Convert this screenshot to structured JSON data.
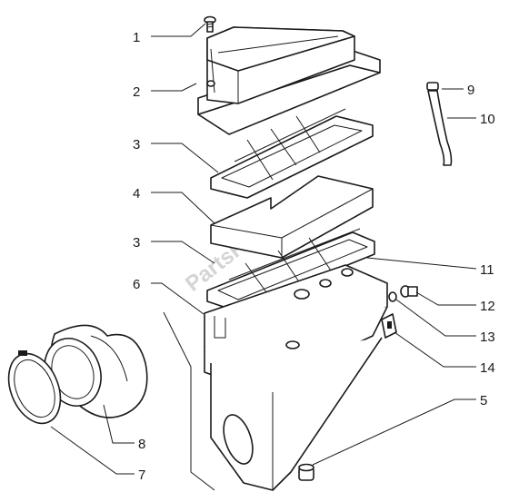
{
  "callouts": [
    {
      "id": "1",
      "label": "1"
    },
    {
      "id": "2",
      "label": "2"
    },
    {
      "id": "3a",
      "label": "3"
    },
    {
      "id": "4",
      "label": "4"
    },
    {
      "id": "3b",
      "label": "3"
    },
    {
      "id": "6",
      "label": "6"
    },
    {
      "id": "8",
      "label": "8"
    },
    {
      "id": "7",
      "label": "7"
    },
    {
      "id": "9",
      "label": "9"
    },
    {
      "id": "10",
      "label": "10"
    },
    {
      "id": "11",
      "label": "11"
    },
    {
      "id": "12",
      "label": "12"
    },
    {
      "id": "13",
      "label": "13"
    },
    {
      "id": "14",
      "label": "14"
    },
    {
      "id": "5",
      "label": "5"
    }
  ],
  "watermark": {
    "text": "PartsRepublik"
  }
}
